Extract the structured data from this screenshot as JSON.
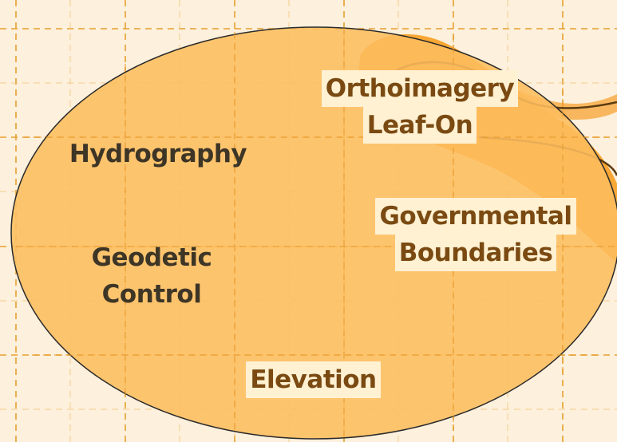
{
  "diagram": {
    "ellipse_label_groups": [
      {
        "id": "hydrography",
        "lines": [
          "Hydrography"
        ],
        "style": "plain"
      },
      {
        "id": "geodetic-control",
        "lines": [
          "Geodetic",
          "Control"
        ],
        "style": "plain"
      },
      {
        "id": "orthoimagery-leaf-on",
        "lines": [
          "Orthoimagery",
          "Leaf-On"
        ],
        "style": "boxed"
      },
      {
        "id": "governmental-boundaries",
        "lines": [
          "Governmental",
          "Boundaries"
        ],
        "style": "boxed"
      },
      {
        "id": "elevation",
        "lines": [
          "Elevation"
        ],
        "style": "boxed"
      }
    ]
  },
  "colors": {
    "background": "#fdf0dc",
    "grid": "#e6a030",
    "ellipse_fill": "#fdbd5f",
    "ellipse_stroke": "#2a2a2a",
    "blob": "#f8a734",
    "blob_line": "#5a3a10",
    "plain_text": "#3d3526",
    "boxed_text": "#7a4a12",
    "box_fill": "#fff1d2"
  }
}
